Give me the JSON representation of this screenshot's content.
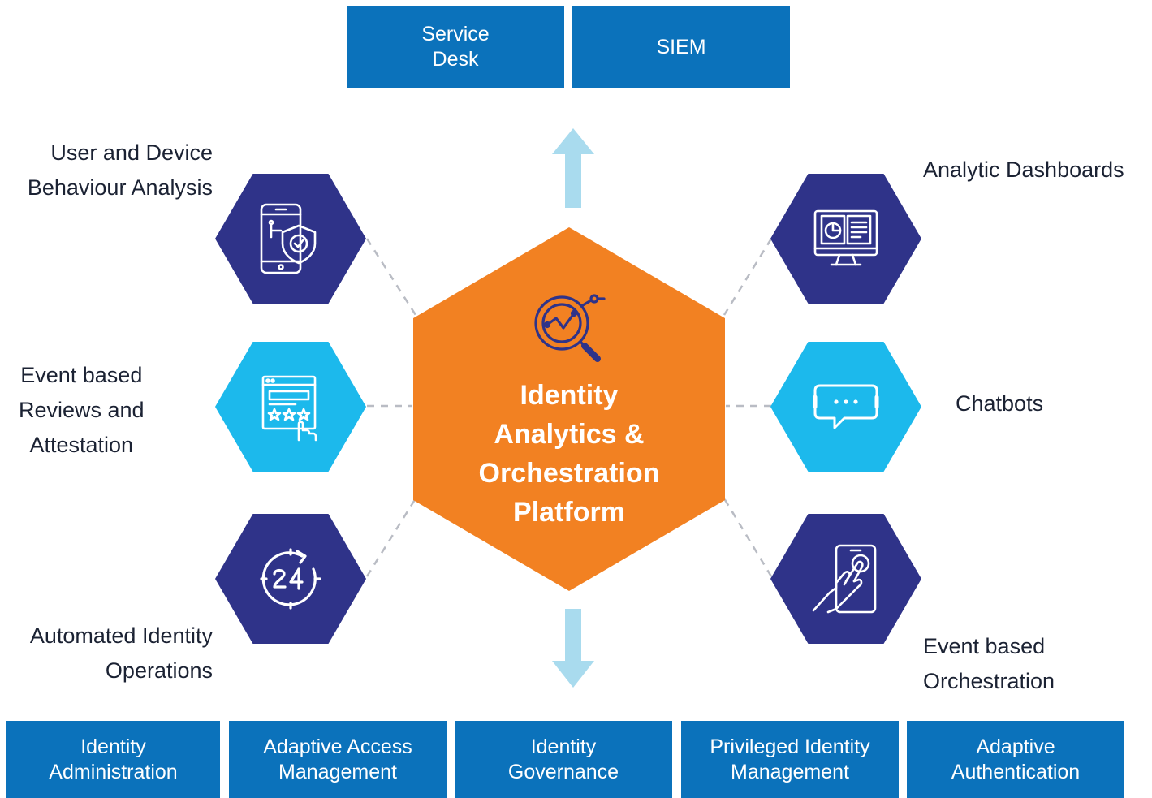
{
  "colors": {
    "box_blue": "#0b72bb",
    "hex_dark": "#2f3389",
    "hex_light": "#1cb9ec",
    "center_orange": "#f28122",
    "arrow": "#a9dbee",
    "connector": "#b9bcc4"
  },
  "top_boxes": [
    {
      "label": "Service\nDesk"
    },
    {
      "label": "SIEM"
    }
  ],
  "center": {
    "title": "Identity\nAnalytics &\nOrchestration\nPlatform",
    "icon": "analytics-magnifier-icon"
  },
  "left_features": [
    {
      "label": "User and Device\nBehaviour Analysis",
      "icon": "mobile-shield-icon"
    },
    {
      "label": "Event based\nReviews and\nAttestation",
      "icon": "rating-review-icon"
    },
    {
      "label": "Automated Identity\nOperations",
      "icon": "clock-24-icon"
    }
  ],
  "right_features": [
    {
      "label": "Analytic Dashboards",
      "icon": "dashboard-monitor-icon"
    },
    {
      "label": "Chatbots",
      "icon": "chat-bubble-icon"
    },
    {
      "label": "Event based\nOrchestration",
      "icon": "touch-tablet-icon"
    }
  ],
  "bottom_boxes": [
    {
      "label": "Identity\nAdministration"
    },
    {
      "label": "Adaptive Access\nManagement"
    },
    {
      "label": "Identity\nGovernance"
    },
    {
      "label": "Privileged Identity\nManagement"
    },
    {
      "label": "Adaptive\nAuthentication"
    }
  ]
}
